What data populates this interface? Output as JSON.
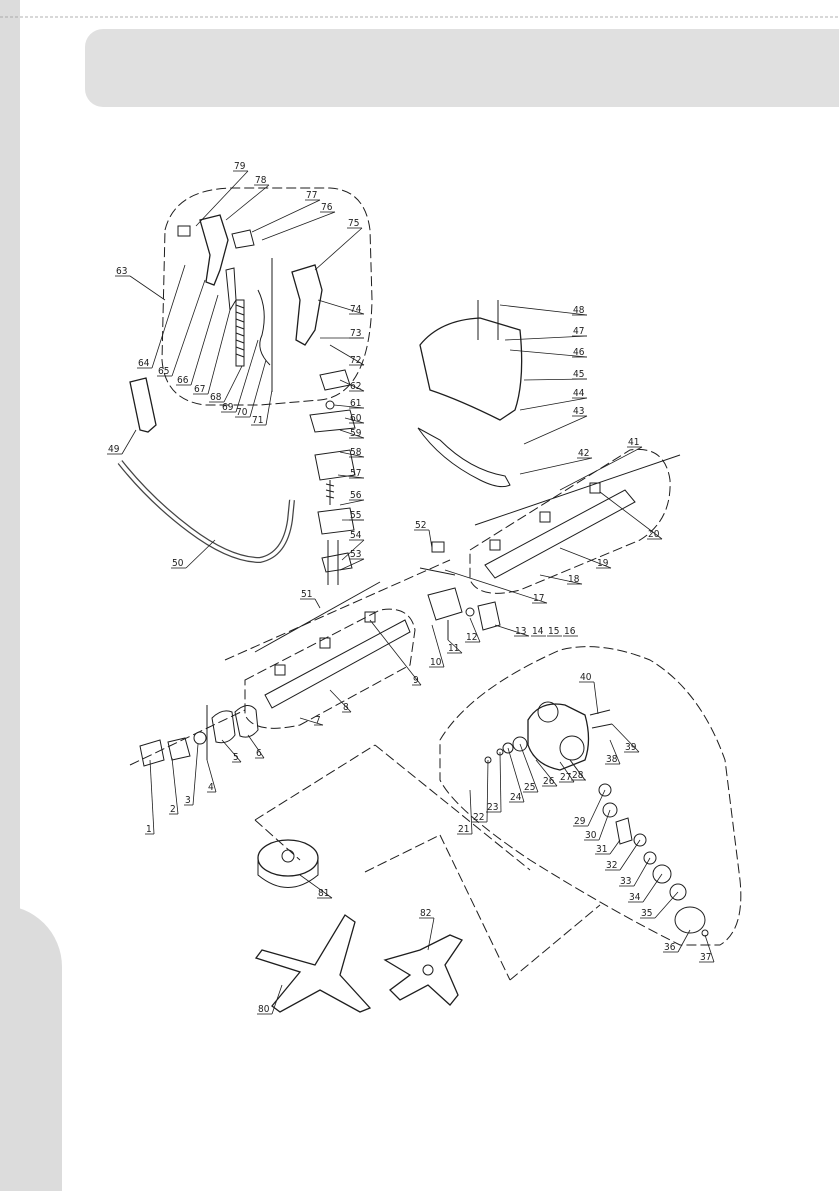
{
  "page": {
    "background": "#ffffff",
    "band_color": "#e0e0e0",
    "line_color": "#1e1e1e"
  },
  "diagram": {
    "part_numbers": [
      "1",
      "2",
      "3",
      "4",
      "5",
      "6",
      "7",
      "8",
      "9",
      "10",
      "11",
      "12",
      "13",
      "14",
      "15",
      "16",
      "17",
      "18",
      "19",
      "20",
      "21",
      "22",
      "23",
      "24",
      "25",
      "26",
      "27",
      "28",
      "29",
      "30",
      "31",
      "32",
      "33",
      "34",
      "35",
      "36",
      "37",
      "38",
      "39",
      "40",
      "41",
      "42",
      "43",
      "44",
      "45",
      "46",
      "47",
      "48",
      "49",
      "50",
      "51",
      "52",
      "53",
      "54",
      "55",
      "56",
      "57",
      "58",
      "59",
      "60",
      "61",
      "62",
      "63",
      "64",
      "65",
      "66",
      "67",
      "68",
      "69",
      "70",
      "71",
      "72",
      "73",
      "74",
      "75",
      "76",
      "77",
      "78",
      "79",
      "80",
      "81",
      "82"
    ]
  }
}
